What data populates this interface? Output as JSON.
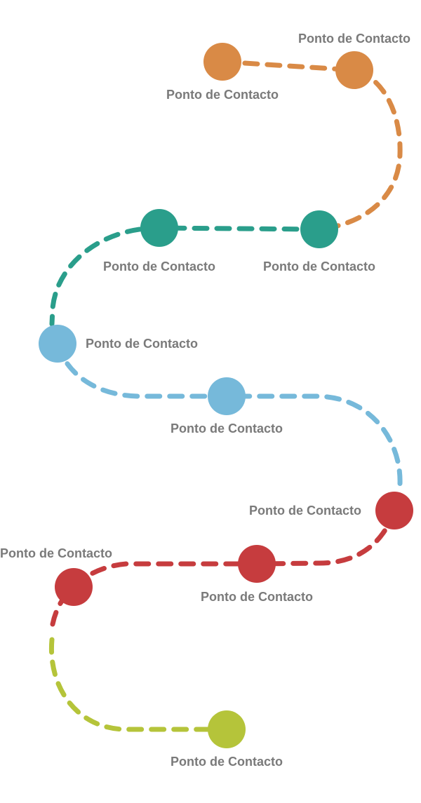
{
  "colors": {
    "orange": "#D98A46",
    "teal": "#2A9E8B",
    "blue": "#76B9DA",
    "red": "#C63C3E",
    "green": "#B5C43A",
    "label": "#7A7A7A"
  },
  "touchpoints": [
    {
      "label": "Ponto de Contacto",
      "color": "orange"
    },
    {
      "label": "Ponto de Contacto",
      "color": "orange"
    },
    {
      "label": "Ponto de Contacto",
      "color": "teal"
    },
    {
      "label": "Ponto de Contacto",
      "color": "teal"
    },
    {
      "label": "Ponto de Contacto",
      "color": "blue"
    },
    {
      "label": "Ponto de Contacto",
      "color": "blue"
    },
    {
      "label": "Ponto de Contacto",
      "color": "red"
    },
    {
      "label": "Ponto de Contacto",
      "color": "red"
    },
    {
      "label": "Ponto de Contacto",
      "color": "red"
    },
    {
      "label": "Ponto de Contacto",
      "color": "green"
    }
  ]
}
